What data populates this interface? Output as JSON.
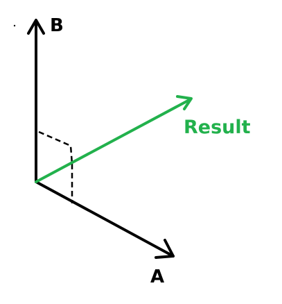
{
  "labels": {
    "b": "B",
    "a": "A",
    "result": "Result"
  },
  "colors": {
    "background": "#ffffff",
    "vectors": "#000000",
    "result": "#22b14c"
  }
}
